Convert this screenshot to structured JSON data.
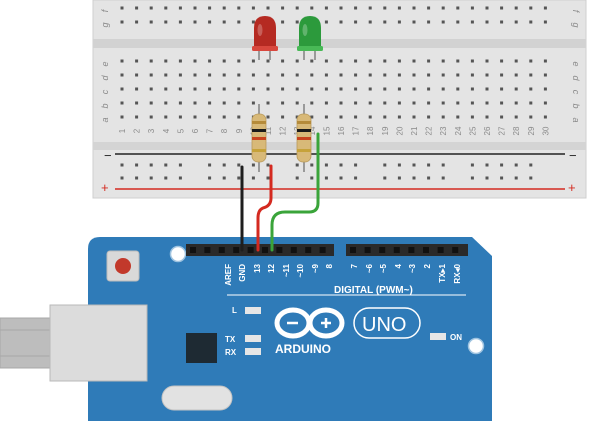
{
  "breadboard": {
    "column_numbers": [
      "1",
      "2",
      "3",
      "4",
      "5",
      "6",
      "7",
      "8",
      "9",
      "10",
      "11",
      "12",
      "13",
      "14",
      "15",
      "16",
      "17",
      "18",
      "19",
      "20",
      "21",
      "22",
      "23",
      "24",
      "25",
      "26",
      "27",
      "28",
      "29",
      "30"
    ],
    "row_letters_top": [
      "f",
      "g"
    ],
    "row_letters_mid": [
      "e",
      "d",
      "c",
      "b",
      "a"
    ],
    "rail_minus": "−",
    "rail_plus": "+"
  },
  "components": {
    "leds": [
      {
        "name": "red-led",
        "color": "#b52a22",
        "highlight": "#d8473d"
      },
      {
        "name": "green-led",
        "color": "#2c9a3c",
        "highlight": "#48b956"
      }
    ],
    "resistors": [
      {
        "name": "resistor-1",
        "bands": [
          "#b58b3a",
          "#1a1a1a",
          "#c8441e",
          "#c6a23a"
        ]
      },
      {
        "name": "resistor-2",
        "bands": [
          "#b58b3a",
          "#1a1a1a",
          "#c8441e",
          "#c6a23a"
        ]
      }
    ],
    "wires": [
      {
        "name": "wire-gnd",
        "color": "#1e1e1e"
      },
      {
        "name": "wire-red",
        "color": "#d42a20"
      },
      {
        "name": "wire-green",
        "color": "#3aa43a"
      }
    ]
  },
  "arduino": {
    "board_color": "#2f7bb8",
    "pin_labels_left": [
      "AREF",
      "GND",
      "13",
      "12",
      "~11",
      "~10",
      "~9",
      "8"
    ],
    "pin_labels_right": [
      "7",
      "~6",
      "~5",
      "4",
      "~3",
      "2",
      "TX▸1",
      "RX◂0"
    ],
    "digital_label": "DIGITAL (PWM~)",
    "brand": "ARDUINO",
    "model": "UNO",
    "led_labels": {
      "l": "L",
      "tx": "TX",
      "rx": "RX",
      "on": "ON"
    }
  }
}
